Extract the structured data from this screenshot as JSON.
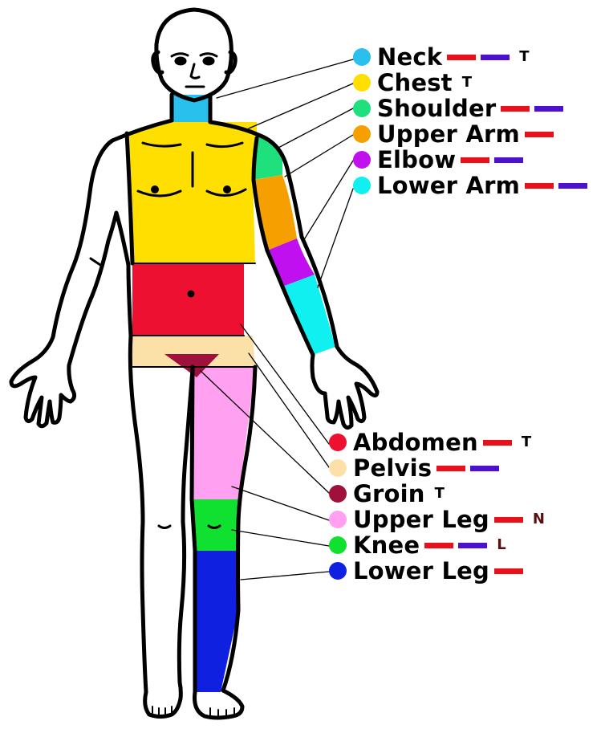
{
  "colors": {
    "marker_red": "#e8101a",
    "marker_purple": "#4d10d0",
    "outline": "#000000"
  },
  "legend_top": [
    {
      "key": "neck",
      "label": "Neck",
      "color": "#29c0ee",
      "markers": [
        "red",
        "purple"
      ],
      "letter": "T",
      "letter_color": "#000000"
    },
    {
      "key": "chest",
      "label": "Chest",
      "color": "#ffdf00",
      "markers": [],
      "letter": "T",
      "letter_color": "#000000"
    },
    {
      "key": "shoulder",
      "label": "Shoulder",
      "color": "#1ee07d",
      "markers": [
        "red",
        "purple"
      ],
      "letter": "",
      "letter_color": "#000000"
    },
    {
      "key": "upper-arm",
      "label": "Upper Arm",
      "color": "#f5a000",
      "markers": [
        "red"
      ],
      "letter": "",
      "letter_color": "#000000"
    },
    {
      "key": "elbow",
      "label": "Elbow",
      "color": "#c010f0",
      "markers": [
        "red",
        "purple"
      ],
      "letter": "",
      "letter_color": "#000000"
    },
    {
      "key": "lower-arm",
      "label": "Lower Arm",
      "color": "#10f0f0",
      "markers": [
        "red",
        "purple"
      ],
      "letter": "",
      "letter_color": "#000000"
    }
  ],
  "legend_bottom": [
    {
      "key": "abdomen",
      "label": "Abdomen",
      "color": "#ee1030",
      "markers": [
        "red"
      ],
      "letter": "T",
      "letter_color": "#000000"
    },
    {
      "key": "pelvis",
      "label": "Pelvis",
      "color": "#fbe0a8",
      "markers": [
        "red",
        "purple"
      ],
      "letter": "",
      "letter_color": "#000000"
    },
    {
      "key": "groin",
      "label": "Groin",
      "color": "#a0103c",
      "markers": [],
      "letter": "T",
      "letter_color": "#000000"
    },
    {
      "key": "upper-leg",
      "label": "Upper Leg",
      "color": "#ffa0f0",
      "markers": [
        "red"
      ],
      "letter": "N",
      "letter_color": "#5a0e0e"
    },
    {
      "key": "knee",
      "label": "Knee",
      "color": "#10e030",
      "markers": [
        "red",
        "purple"
      ],
      "letter": "L",
      "letter_color": "#5a0e0e"
    },
    {
      "key": "lower-leg",
      "label": "Lower Leg",
      "color": "#1020e0",
      "markers": [
        "red"
      ],
      "letter": "",
      "letter_color": "#000000"
    }
  ]
}
